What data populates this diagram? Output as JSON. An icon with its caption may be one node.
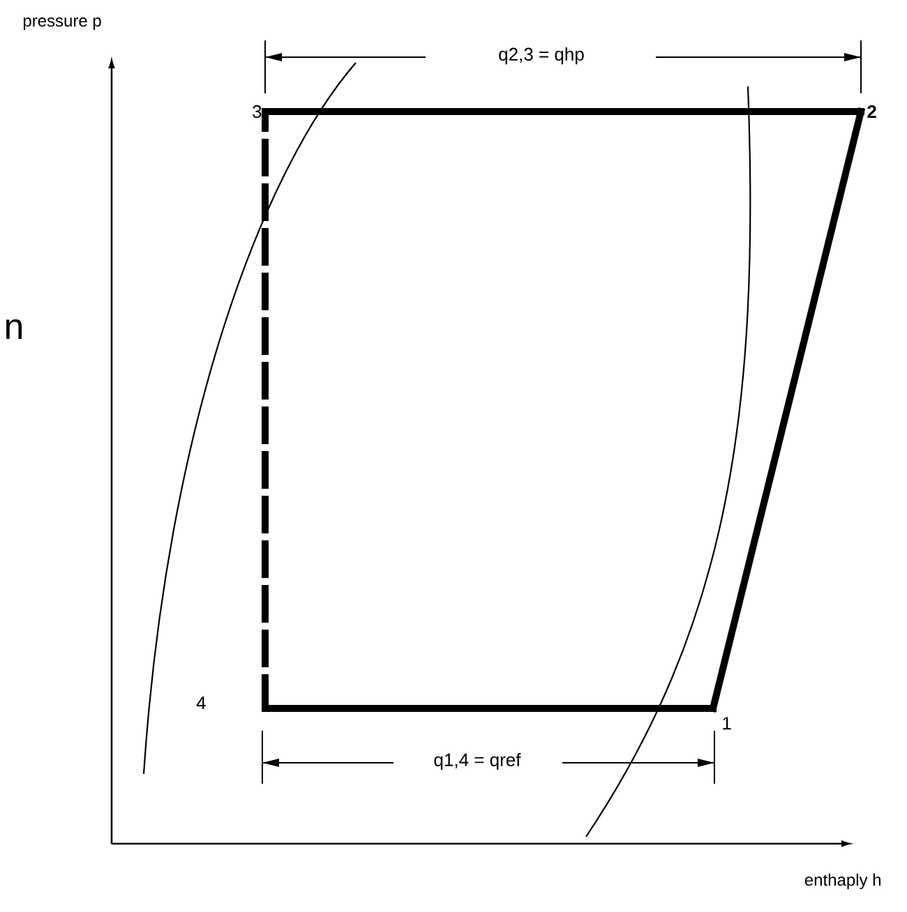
{
  "diagram": {
    "nodes": [
      {
        "text": [
          "3"
        ]
      },
      {
        "text": [
          "2"
        ]
      },
      {
        "text": [
          "1"
        ]
      },
      {
        "text": [
          "4"
        ]
      }
    ],
    "edges": [
      {
        "from": 0,
        "to": 1,
        "arrow": "none"
      },
      {
        "from": 1,
        "to": 2,
        "arrow": "none"
      },
      {
        "from": 2,
        "to": 3,
        "arrow": "none"
      },
      {
        "from": 3,
        "to": 0,
        "arrow": "none",
        "style": "dashed"
      }
    ],
    "labels": [
      "pressure p",
      "q2,3 = qhp",
      "n",
      "q1,4 = qref",
      "enthaply h"
    ]
  }
}
